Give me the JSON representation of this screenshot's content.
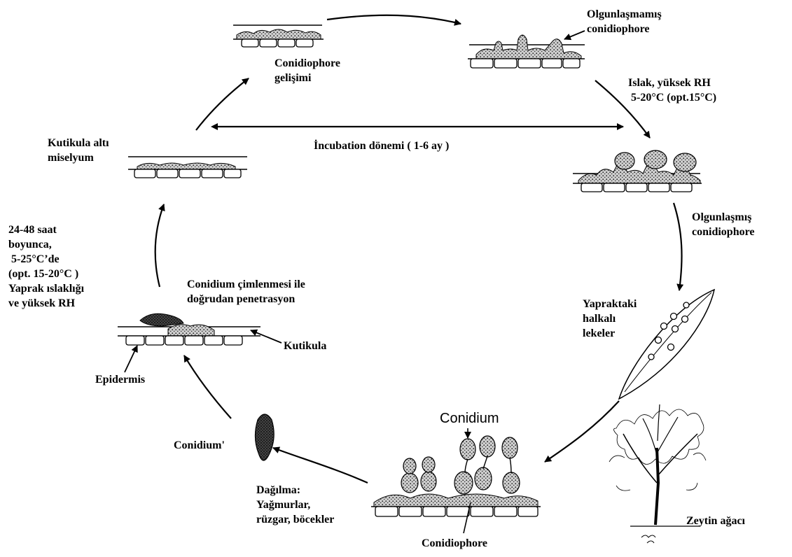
{
  "labels": {
    "conidiophore_dev": "Conidiophore\ngelişimi",
    "immature_conidiophore": "Olgunlaşmamış\nconidiophore",
    "wet_conditions": "Islak, yüksek RH\n 5-20°C (opt.15°C)",
    "subcuticle_mycelium": "Kutikula altı\nmiselyum",
    "incubation": "İncubation dönemi ( 1-6 ay )",
    "mature_conidiophore": "Olgunlaşmış\nconidiophore",
    "germination_conditions": "24-48 saat\nboyunca,\n 5-25°C’de\n(opt. 15-20°C )\nYaprak ıslaklığı\nve yüksek RH",
    "germination": "Conidium çimlenmesi ile\ndoğrudan penetrasyon",
    "leaf_spots": "Yapraktaki\nhalkalı\nlekeler",
    "cuticle": "Kutikula",
    "epidermis": "Epidermis",
    "conidium_top": "Conidium",
    "conidium_left": "Conidium'",
    "dispersal": "Dağılma:\nYağmurlar,\nrüzgar, böcekler",
    "conidiophore_bottom": "Conidiophore",
    "olive_tree": "Zeytin ağacı"
  },
  "colors": {
    "ink": "#000000",
    "background": "#ffffff",
    "stipple": "#888888"
  }
}
